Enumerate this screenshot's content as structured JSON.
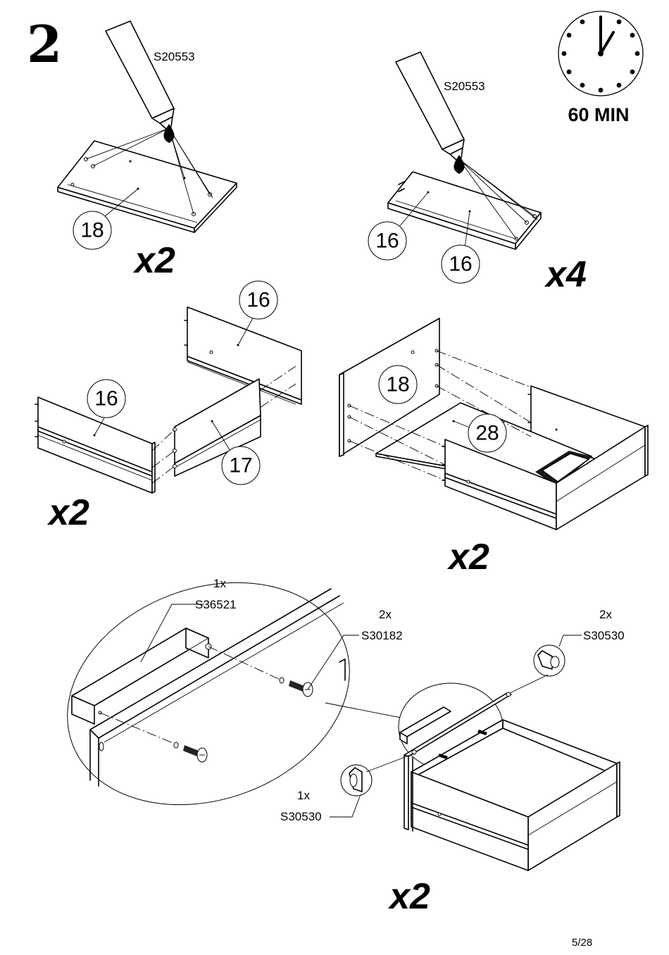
{
  "step": {
    "number": "2"
  },
  "timer": {
    "label": "60 MIN",
    "icon": "clock-icon"
  },
  "glue": {
    "part_code": "S20553",
    "icon": "glue-tube-icon"
  },
  "panel1": {
    "part": "18",
    "multiplier": "x2"
  },
  "panel2": {
    "part_a": "16",
    "part_b": "16",
    "multiplier": "x4"
  },
  "frame": {
    "part_back": "16",
    "part_front": "16",
    "part_side": "17",
    "multiplier": "x2"
  },
  "drawer_bottom": {
    "part_panel": "18",
    "part_bottom": "28",
    "multiplier": "x2"
  },
  "hardware": {
    "handle": {
      "qty": "1x",
      "code": "S36521"
    },
    "screw": {
      "qty": "2x",
      "code": "S30182"
    },
    "cap_right": {
      "qty": "2x",
      "code": "S30530"
    },
    "cap_left": {
      "qty": "1x",
      "code": "S30530"
    },
    "multiplier": "x2"
  },
  "page": {
    "label": "5/28"
  }
}
